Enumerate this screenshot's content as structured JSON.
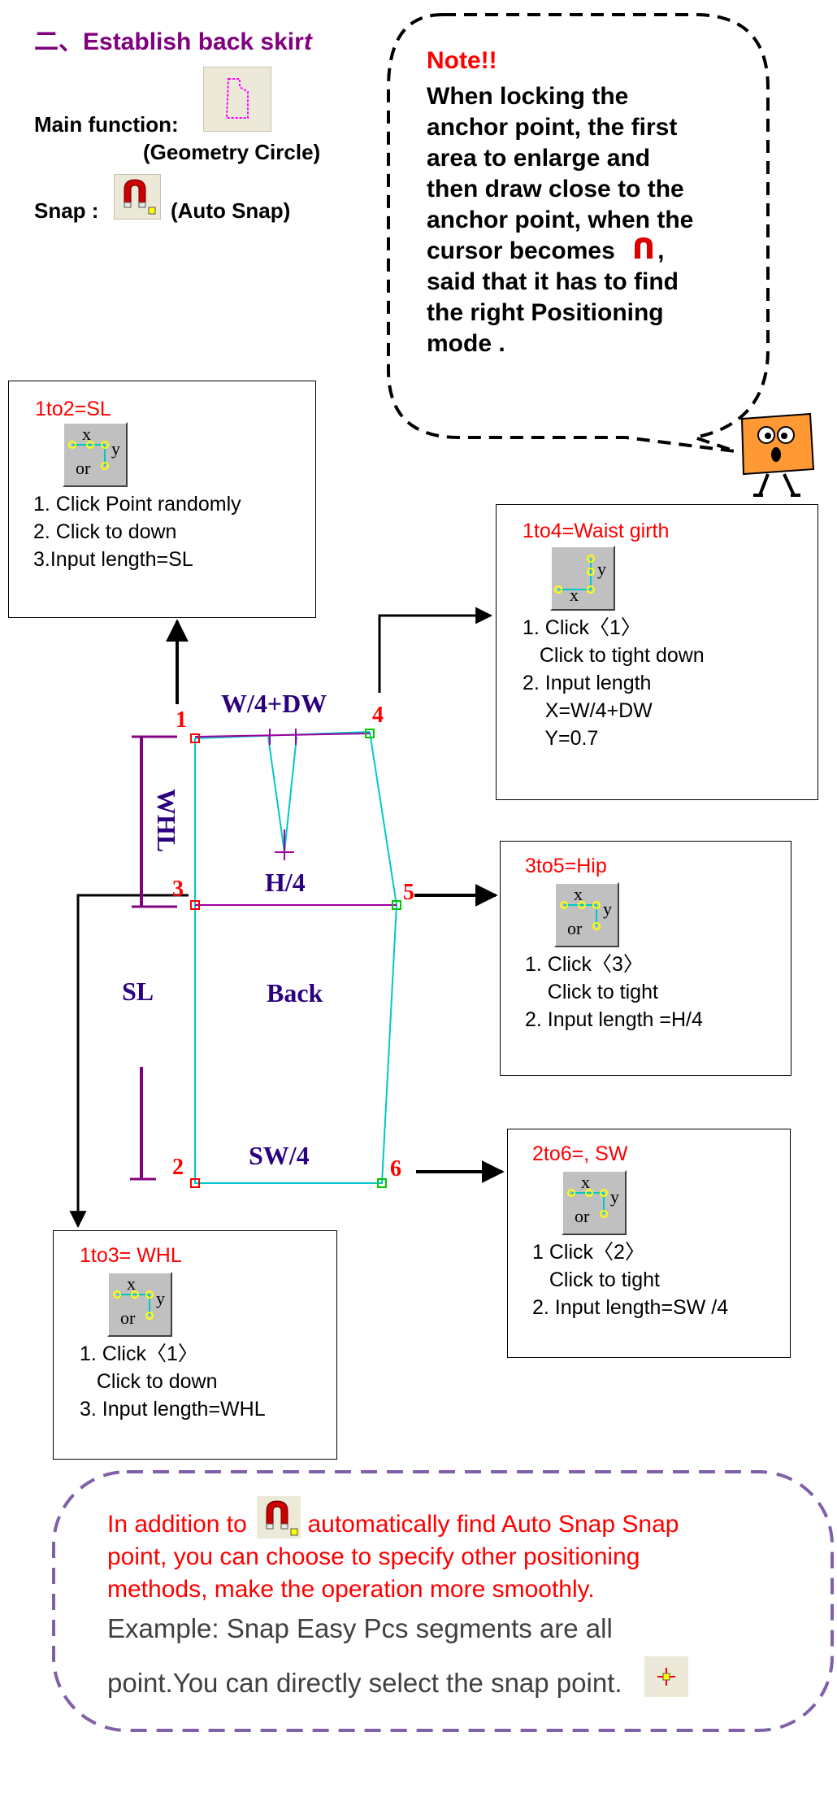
{
  "header": {
    "title_prefix": "二、Establish back skir",
    "title_italic": "t",
    "main_function_label": "Main function:",
    "geometry_caption": "(Geometry Circle)",
    "snap_label": "Snap :",
    "snap_caption": "(Auto Snap)"
  },
  "note": {
    "title": "Note!!",
    "lines": [
      "When locking the",
      "anchor point, the first",
      "area to enlarge and",
      "then draw close to the",
      "anchor point, when the",
      "cursor becomes",
      "said that it has to find",
      "the right Positioning",
      "mode ."
    ],
    "line6_suffix": ","
  },
  "boxes": {
    "sl": {
      "title": "1to2=SL",
      "lines": [
        "1. Click Point randomly",
        "2. Click to down",
        "3.Input length=SL"
      ]
    },
    "waist": {
      "title": "1to4=Waist girth",
      "lines": [
        "1. Click〈1〉",
        "   Click to tight down",
        "2. Input length",
        "    X=W/4+DW",
        "    Y=0.7"
      ]
    },
    "hip": {
      "title": "3to5=Hip",
      "lines": [
        "1. Click〈3〉",
        "    Click to tight",
        "2. Input length =H/4"
      ]
    },
    "sw": {
      "title": "2to6=, SW",
      "lines": [
        "1 Click〈2〉",
        "   Click to tight",
        "2. Input length=SW /4"
      ]
    },
    "whl": {
      "title": "1to3= WHL",
      "lines": [
        "1. Click〈1〉",
        "   Click to down",
        "3. Input length=WHL"
      ]
    }
  },
  "icon_letters": {
    "x": "x",
    "y": "y",
    "or": "or"
  },
  "diagram": {
    "points": [
      "1",
      "2",
      "3",
      "4",
      "5",
      "6"
    ],
    "labels": {
      "waist": "W/4+DW",
      "hip": "H/4",
      "back": "Back",
      "sweep": "SW/4",
      "sl": "SL",
      "whl": "WHL"
    }
  },
  "bottom": {
    "red_pre": "In addition to",
    "red_post": " automatically find Auto Snap Snap",
    "red_line2": "point, you can choose to specify other positioning",
    "red_line3": "methods, make the operation more smoothly.",
    "gray_line1": "Example: Snap Easy Pcs segments are all",
    "gray_line2": "point.You can directly select the snap point."
  },
  "colors": {
    "title": "#800080",
    "note_red": "#ff0000",
    "pattern_cyan": "#00c8c8",
    "pattern_magenta": "#a000a0",
    "label_indigo": "#2a0080",
    "dash_purple": "#8060a8"
  }
}
